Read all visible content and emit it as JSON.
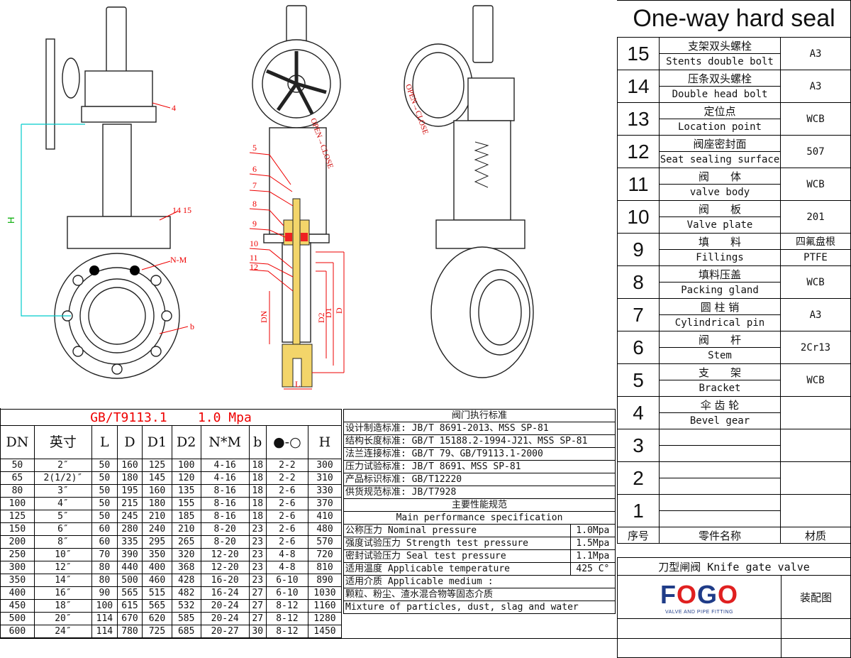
{
  "title": "One-way hard seal",
  "parts": [
    {
      "no": "15",
      "zh": "支架双头螺栓",
      "en": "Stents double bolt",
      "mat": "A3"
    },
    {
      "no": "14",
      "zh": "压条双头螺栓",
      "en": "Double head bolt",
      "mat": "A3"
    },
    {
      "no": "13",
      "zh": "定位点",
      "en": "Location point",
      "mat": "WCB"
    },
    {
      "no": "12",
      "zh": "阀座密封面",
      "en": "Seat sealing surface",
      "mat": "507"
    },
    {
      "no": "11",
      "zh": "阀　　体",
      "en": "valve body",
      "mat": "WCB"
    },
    {
      "no": "10",
      "zh": "阀　　板",
      "en": "Valve plate",
      "mat": "201"
    },
    {
      "no": "9",
      "zh": "填　　料",
      "en": "Fillings",
      "mat": "四氟盘根",
      "mat2": "PTFE"
    },
    {
      "no": "8",
      "zh": "填料压盖",
      "en": "Packing gland",
      "mat": "WCB"
    },
    {
      "no": "7",
      "zh": "圆 柱 销",
      "en": "Cylindrical pin",
      "mat": "A3"
    },
    {
      "no": "6",
      "zh": "阀　　杆",
      "en": "Stem",
      "mat": "2Cr13"
    },
    {
      "no": "5",
      "zh": "支　　架",
      "en": "Bracket",
      "mat": "WCB"
    },
    {
      "no": "4",
      "zh": "伞 齿 轮",
      "en": "Bevel gear",
      "mat": ""
    },
    {
      "no": "3",
      "zh": "",
      "en": "",
      "mat": ""
    },
    {
      "no": "2",
      "zh": "",
      "en": "",
      "mat": ""
    },
    {
      "no": "1",
      "zh": "",
      "en": "",
      "mat": ""
    }
  ],
  "parts_header": {
    "no": "序号",
    "name": "零件名称",
    "mat": "材质"
  },
  "product_name": "刀型闸阀 Knife gate valve",
  "logo": {
    "text": "FOGO",
    "subtitle": "VALVE AND PIPE FITTING",
    "colors": {
      "blue": "#1f3c88",
      "red": "#e02020"
    }
  },
  "assembly_label": "装配图",
  "dims": {
    "standard": "GB/T9113.1",
    "pressure": "1.0 Mpa",
    "headers": [
      "DN",
      "英寸",
      "L",
      "D",
      "D1",
      "D2",
      "N*M",
      "b",
      "●-○",
      "H"
    ],
    "rows": [
      [
        "50",
        "2″",
        "50",
        "160",
        "125",
        "100",
        "4-16",
        "18",
        "2-2",
        "300"
      ],
      [
        "65",
        "2(1/2)″",
        "50",
        "180",
        "145",
        "120",
        "4-16",
        "18",
        "2-2",
        "310"
      ],
      [
        "80",
        "3″",
        "50",
        "195",
        "160",
        "135",
        "8-16",
        "18",
        "2-6",
        "330"
      ],
      [
        "100",
        "4″",
        "50",
        "215",
        "180",
        "155",
        "8-16",
        "18",
        "2-6",
        "370"
      ],
      [
        "125",
        "5″",
        "50",
        "245",
        "210",
        "185",
        "8-16",
        "18",
        "2-6",
        "410"
      ],
      [
        "150",
        "6″",
        "60",
        "280",
        "240",
        "210",
        "8-20",
        "23",
        "2-6",
        "480"
      ],
      [
        "200",
        "8″",
        "60",
        "335",
        "295",
        "265",
        "8-20",
        "23",
        "2-6",
        "570"
      ],
      [
        "250",
        "10″",
        "70",
        "390",
        "350",
        "320",
        "12-20",
        "23",
        "4-8",
        "720"
      ],
      [
        "300",
        "12″",
        "80",
        "440",
        "400",
        "368",
        "12-20",
        "23",
        "4-8",
        "810"
      ],
      [
        "350",
        "14″",
        "80",
        "500",
        "460",
        "428",
        "16-20",
        "23",
        "6-10",
        "890"
      ],
      [
        "400",
        "16″",
        "90",
        "565",
        "515",
        "482",
        "16-24",
        "27",
        "6-10",
        "1030"
      ],
      [
        "450",
        "18″",
        "100",
        "615",
        "565",
        "532",
        "20-24",
        "27",
        "8-12",
        "1160"
      ],
      [
        "500",
        "20″",
        "114",
        "670",
        "620",
        "585",
        "20-24",
        "27",
        "8-12",
        "1280"
      ],
      [
        "600",
        "24″",
        "114",
        "780",
        "725",
        "685",
        "20-27",
        "30",
        "8-12",
        "1450"
      ]
    ]
  },
  "specs": {
    "exec_title": "阀门执行标准",
    "exec": [
      "设计制造标准: JB/T 8691-2013、MSS SP-81",
      "结构长度标准: GB/T 15188.2-1994-J21、MSS SP-81",
      "法兰连接标准: GB/T 79、GB/T9113.1-2000",
      "压力试验标准: JB/T 8691、MSS SP-81",
      "产品标识标准: GB/T12220",
      "供货规范标准: JB/T7928"
    ],
    "perf_title_zh": "主要性能规范",
    "perf_title_en": "Main performance specification",
    "perf": [
      {
        "label": "公称压力 Nominal pressure",
        "value": "1.0Mpa"
      },
      {
        "label": "强度试验压力 Strength test pressure",
        "value": "1.5Mpa"
      },
      {
        "label": "密封试验压力 Seal test pressure",
        "value": "1.1Mpa"
      },
      {
        "label": "适用温度 Applicable temperature",
        "value": "425 C°"
      }
    ],
    "medium": [
      "适用介质 Applicable medium :",
      "颗粒、粉尘、渣水混合物等固态介质",
      "Mixture of particles, dust, slag and water"
    ]
  },
  "drawing_labels": {
    "callouts": [
      "4",
      "5",
      "6",
      "7",
      "8",
      "9",
      "10",
      "11",
      "12",
      "14 15",
      "N-M",
      "b"
    ],
    "dims": [
      "H",
      "DN",
      "D2",
      "D1",
      "D",
      "L"
    ],
    "gear_text": "OPEN→CLOSE"
  }
}
